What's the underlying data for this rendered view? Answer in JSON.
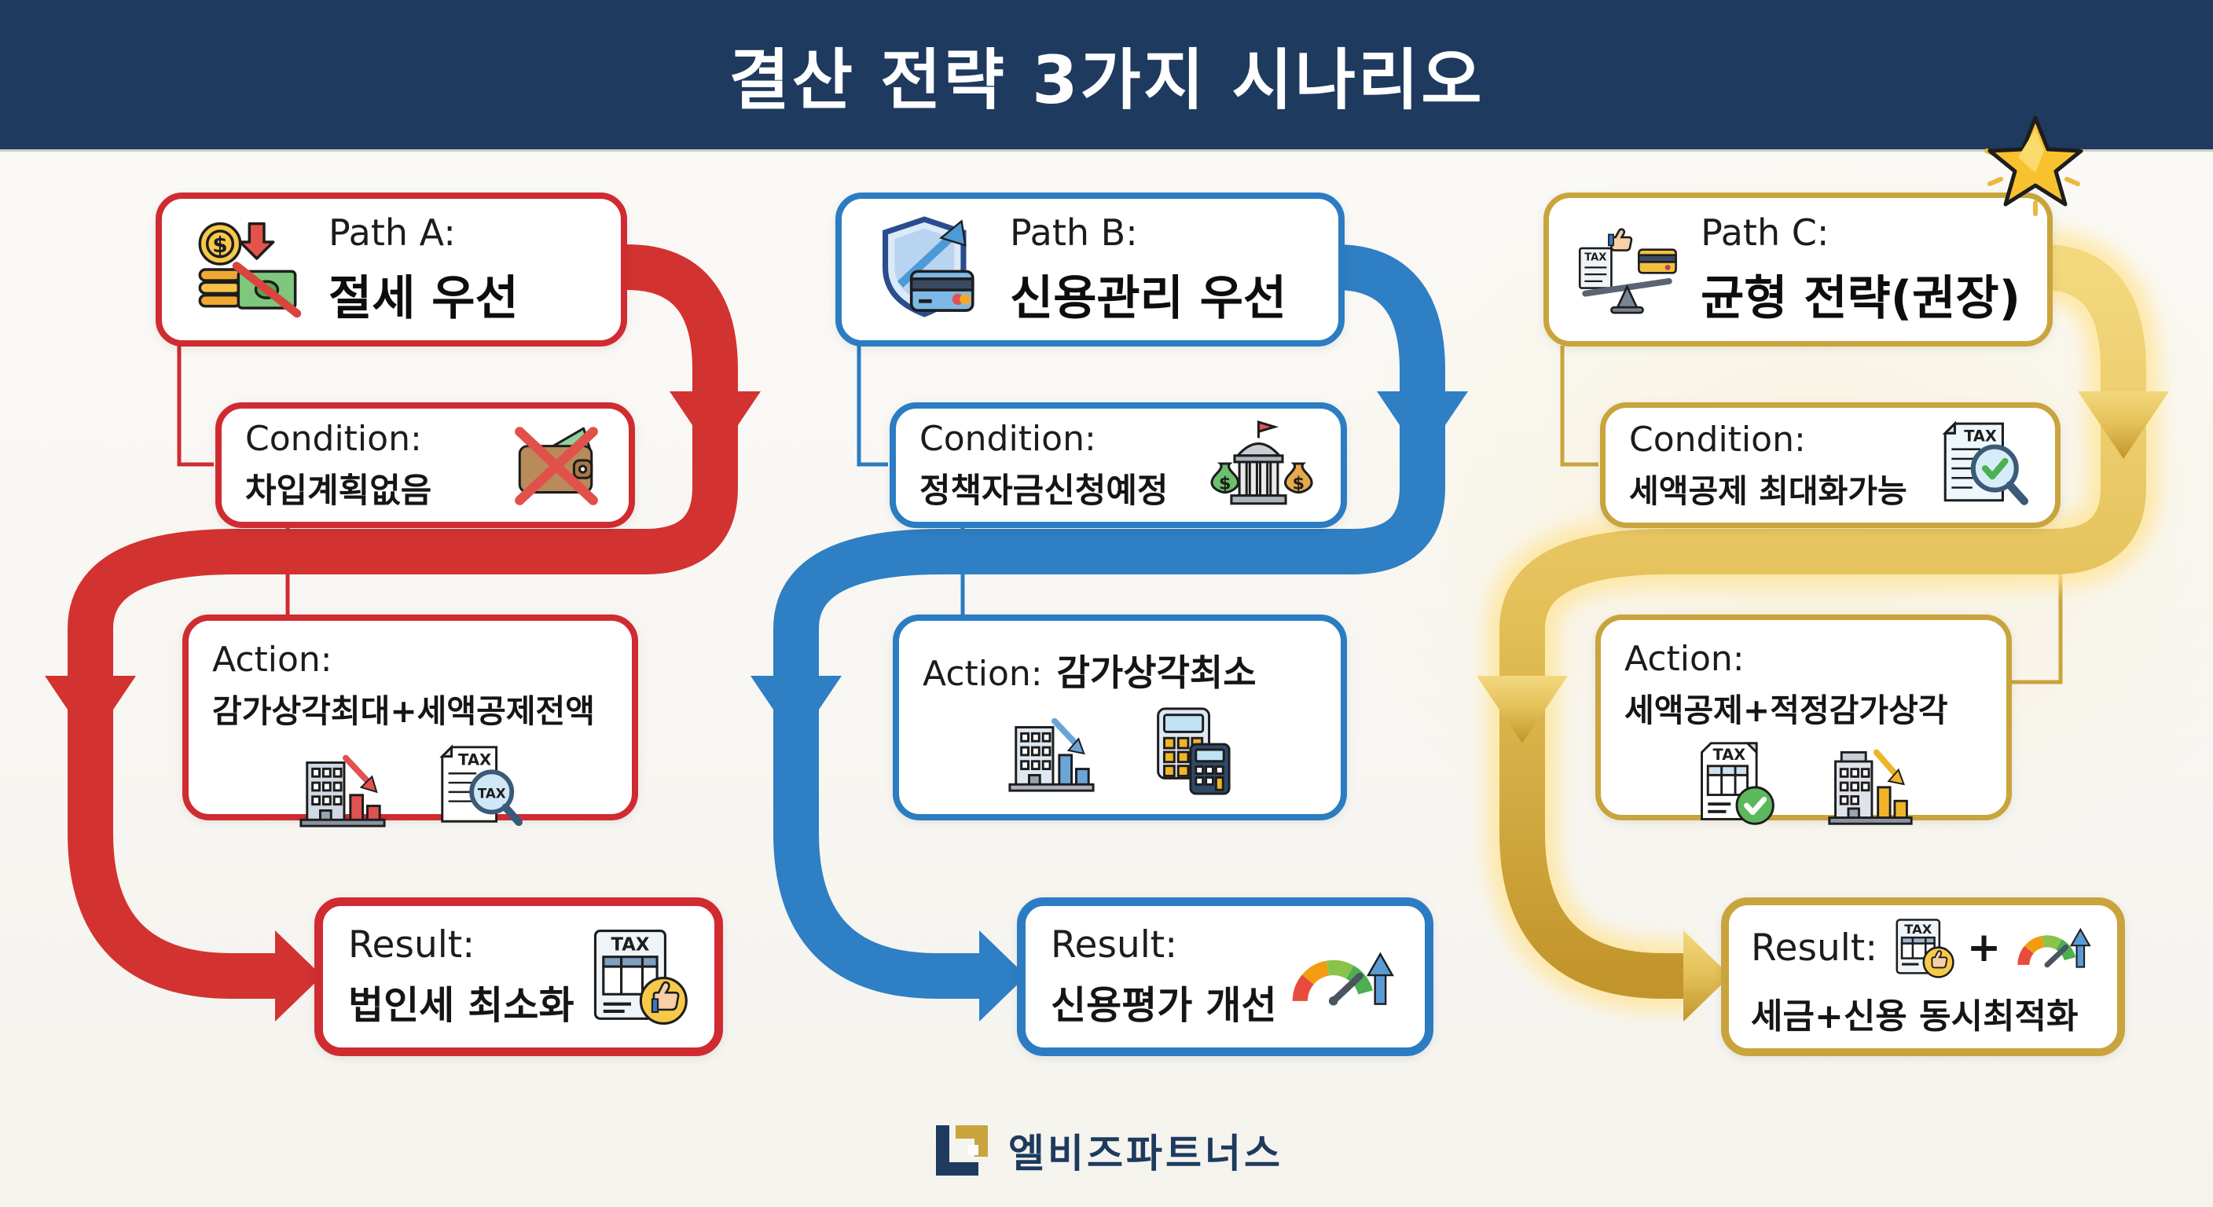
{
  "title": "결산 전략 3가지 시나리오",
  "labels": {
    "condition": "Condition:",
    "action": "Action:",
    "result": "Result:",
    "plus": "+"
  },
  "icons": {
    "tax_label": "TAX",
    "dollar": "$"
  },
  "paths": [
    {
      "name": "Path A:",
      "strategy": "절세 우선",
      "condition": "차입계획없음",
      "action": "감가상각최대+세액공제전액",
      "result": "법인세 최소화",
      "color": "#cf2b31"
    },
    {
      "name": "Path B:",
      "strategy": "신용관리 우선",
      "condition": "정책자금신청예정",
      "action": "감가상각최소",
      "result": "신용평가 개선",
      "color": "#2b7cc2"
    },
    {
      "name": "Path C:",
      "strategy": "균형 전략(권장)",
      "condition": "세액공제 최대화가능",
      "action": "세액공제+적정감가상각",
      "result": "세금+신용 동시최적화",
      "color": "#c9a43c"
    }
  ],
  "footer": {
    "brand": "엘비즈파트너스"
  }
}
